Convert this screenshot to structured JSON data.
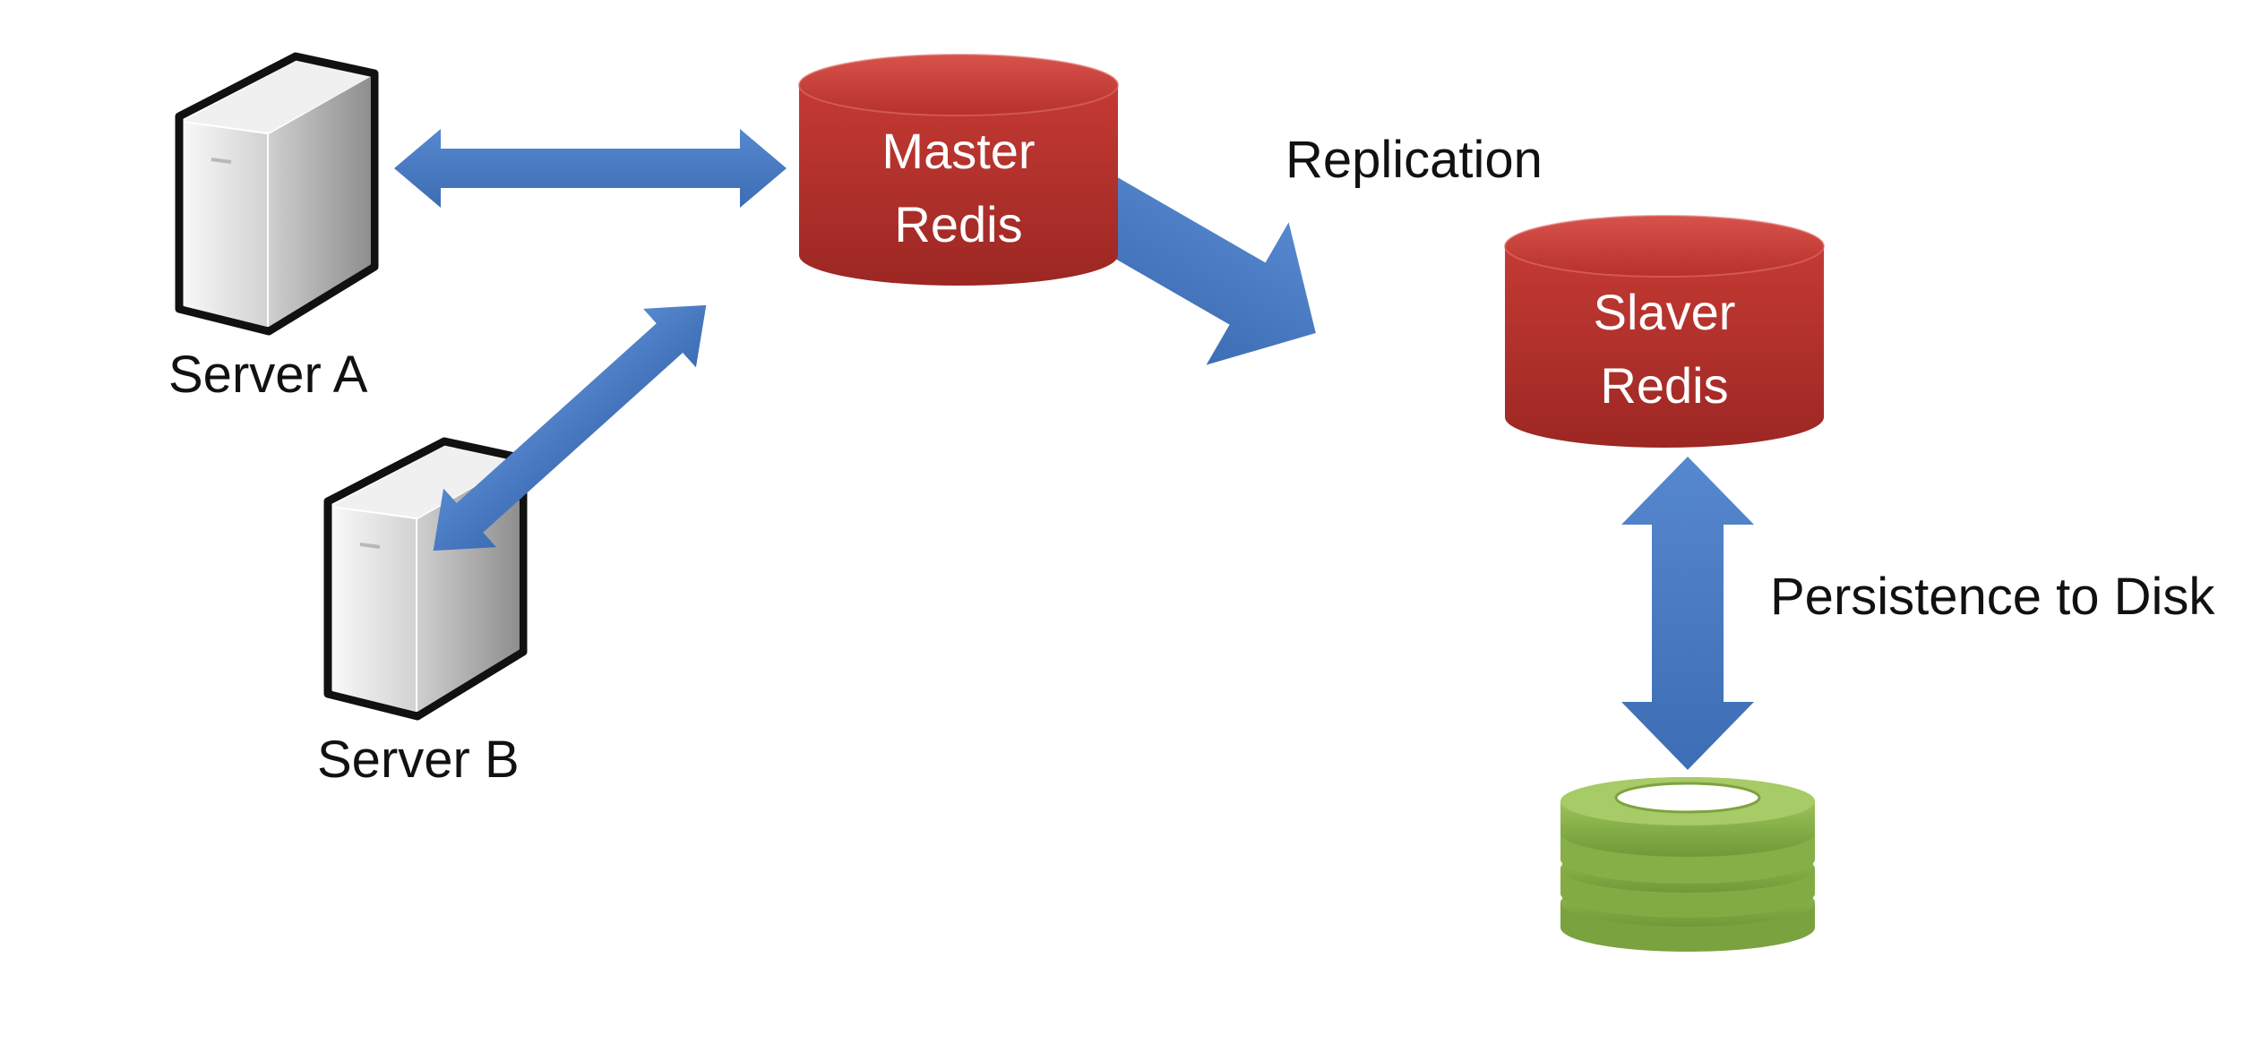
{
  "nodes": {
    "server_a": {
      "label": "Server A"
    },
    "server_b": {
      "label": "Server B"
    },
    "master": {
      "line1": "Master",
      "line2": "Redis"
    },
    "slave": {
      "line1": "Slaver",
      "line2": "Redis"
    }
  },
  "edges": {
    "replication": {
      "label": "Replication"
    },
    "persistence": {
      "label": "Persistence to Disk"
    }
  },
  "colors": {
    "arrow": "#4a7cc3",
    "cylinder": "#b4302c",
    "disk": "#8ab34e"
  }
}
